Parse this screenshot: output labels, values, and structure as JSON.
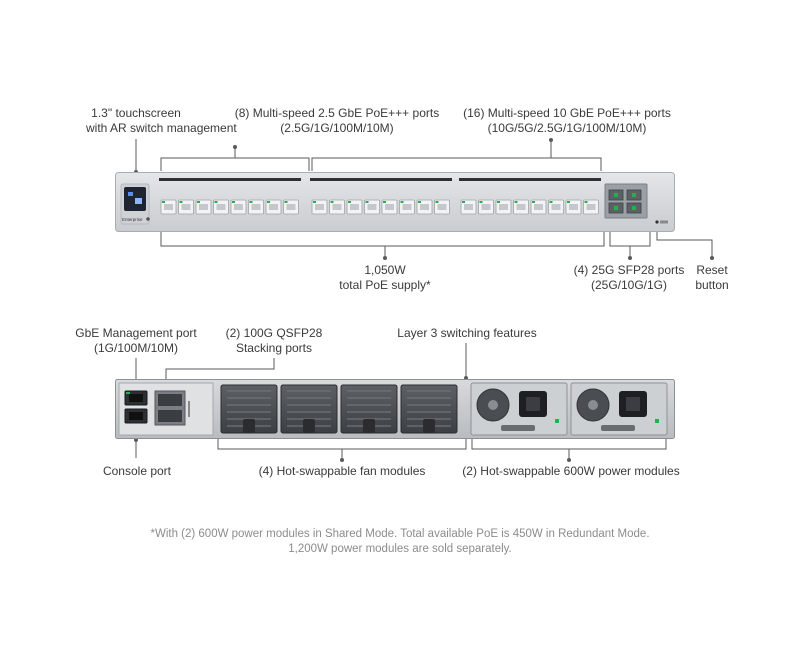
{
  "front": {
    "touchscreen": [
      "1.3\" touchscreen",
      "with AR switch management"
    ],
    "ports_25g": [
      "(8) Multi-speed 2.5 GbE PoE+++ ports",
      "(2.5G/1G/100M/10M)"
    ],
    "ports_10g": [
      "(16) Multi-speed 10 GbE PoE+++ ports",
      "(10G/5G/2.5G/1G/100M/10M)"
    ],
    "poe_supply": [
      "1,050W",
      "total PoE supply*"
    ],
    "sfp28": [
      "(4) 25G SFP28 ports",
      "(25G/10G/1G)"
    ],
    "reset": [
      "Reset",
      "button"
    ],
    "brand": "Enterprise"
  },
  "rear": {
    "mgmt_port": [
      "GbE Management port",
      "(1G/100M/10M)"
    ],
    "qsfp28": [
      "(2) 100G QSFP28",
      "Stacking ports"
    ],
    "layer3": "Layer 3 switching features",
    "console": "Console port",
    "fans": "(4) Hot-swappable fan modules",
    "psu": "(2) Hot-swappable 600W power modules"
  },
  "footnote": [
    "*With (2) 600W power modules in Shared Mode. Total available PoE is 450W in Redundant Mode.",
    "1,200W power modules are sold separately."
  ],
  "colors": {
    "chassis": "#d9dbdd",
    "chassis_dark": "#a9adb1",
    "callout_line": "#5a5a5a",
    "poe_green": "#22b14c",
    "rear_panel": "#6a6d70"
  }
}
